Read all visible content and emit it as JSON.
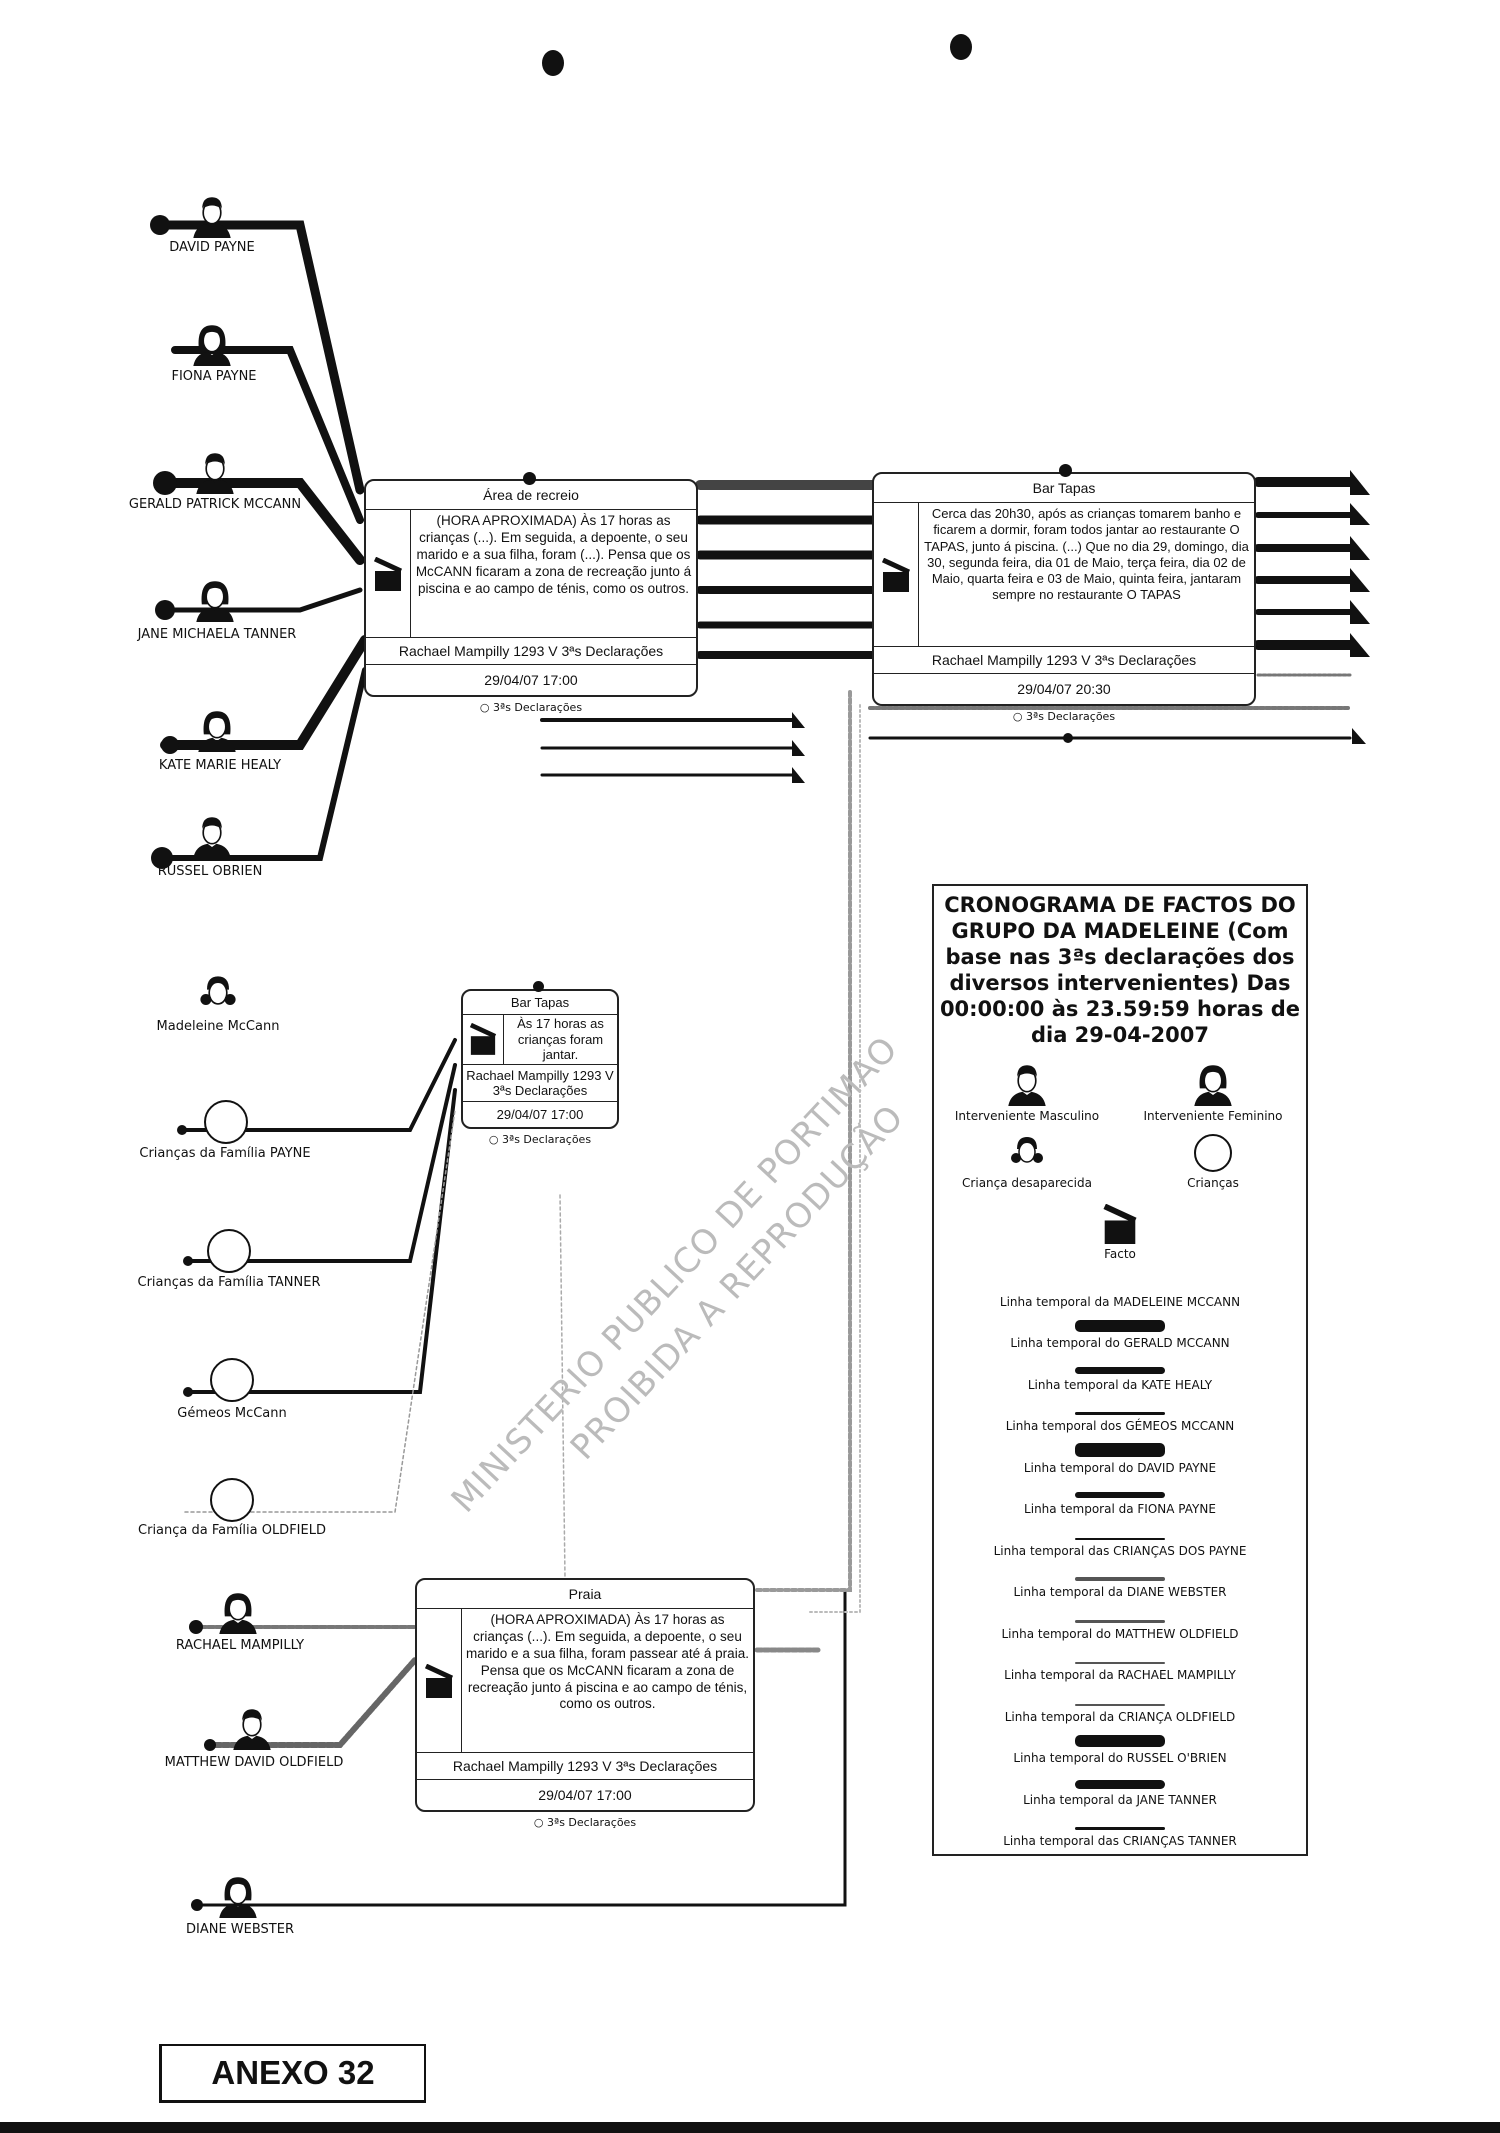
{
  "watermark": {
    "line1": "MINISTERIO PUBLICO DE PORTIMAO",
    "line2": "PROIBIDA A REPRODUÇÃO"
  },
  "people": {
    "david_payne": "DAVID PAYNE",
    "fiona_payne": "FIONA PAYNE",
    "gerald": "GERALD PATRICK MCCANN",
    "jane": "JANE MICHAELA TANNER",
    "kate": "KATE MARIE HEALY",
    "russel": "RUSSEL OBRIEN",
    "madeleine": "Madeleine McCann",
    "criancas_payne": "Crianças da Família PAYNE",
    "criancas_tanner": "Crianças da Família TANNER",
    "gemeos": "Gémeos McCann",
    "crianca_oldfield": "Criança da Família OLDFIELD",
    "rachael": "RACHAEL MAMPILLY",
    "matthew": "MATTHEW DAVID OLDFIELD",
    "diane": "DIANE WEBSTER"
  },
  "facts": {
    "recreio": {
      "title": "Área de recreio",
      "text": "(HORA APROXIMADA) Às 17 horas as crianças (...). Em seguida, a depoente, o seu marido e a sua filha, foram (...). Pensa que os McCANN ficaram a zona de recreação junto á piscina e ao campo de ténis, como os outros.",
      "source": "Rachael Mampilly 1293 V 3ªs Declarações",
      "date": "29/04/07 17:00",
      "caption": "○ 3ªs Declarações"
    },
    "bar_tapas_main": {
      "title": "Bar Tapas",
      "text": "Cerca das 20h30, após as crianças tomarem banho e ficarem a dormir, foram todos jantar ao restaurante O TAPAS, junto á piscina. (...) Que no dia 29, domingo, dia 30, segunda feira, dia 01 de Maio, terça feira, dia 02 de Maio, quarta feira e 03 de Maio, quinta feira, jantaram sempre no restaurante O TAPAS",
      "source": "Rachael Mampilly 1293 V 3ªs Declarações",
      "date": "29/04/07 20:30",
      "caption": "○ 3ªs Declarações"
    },
    "bar_tapas_kids": {
      "title": "Bar Tapas",
      "text": "Às 17 horas as crianças foram jantar.",
      "source": "Rachael Mampilly 1293 V 3ªs Declarações",
      "date": "29/04/07 17:00",
      "caption": "○ 3ªs Declarações"
    },
    "praia": {
      "title": "Praia",
      "text": "(HORA APROXIMADA) Às 17 horas as crianças (...). Em seguida, a depoente, o seu marido e a sua filha, foram passear até á praia. Pensa que os McCANN ficaram a zona de recreação junto á piscina e ao campo de ténis, como os outros.",
      "source": "Rachael Mampilly 1293 V 3ªs Declarações",
      "date": "29/04/07 17:00",
      "caption": "○ 3ªs Declarações"
    }
  },
  "legend": {
    "title": "CRONOGRAMA DE FACTOS DO GRUPO DA MADELEINE (Com base nas 3ªs declarações dos diversos intervenientes) Das 00:00:00 às 23.59:59 horas de dia 29-04-2007",
    "male": "Interveniente Masculino",
    "female": "Interveniente Feminino",
    "missing_child": "Criança desaparecida",
    "children": "Crianças",
    "fact": "Facto",
    "timelines": [
      "Linha temporal da MADELEINE MCCANN",
      "Linha temporal do GERALD MCCANN",
      "Linha temporal da KATE HEALY",
      "Linha temporal dos GÉMEOS MCCANN",
      "Linha temporal do DAVID PAYNE",
      "Linha temporal da FIONA PAYNE",
      "Linha temporal das CRIANÇAS DOS PAYNE",
      "Linha temporal da DIANE WEBSTER",
      "Linha temporal do MATTHEW OLDFIELD",
      "Linha temporal da RACHAEL MAMPILLY",
      "Linha temporal da CRIANÇA OLDFIELD",
      "Linha temporal do RUSSEL O'BRIEN",
      "Linha temporal da JANE TANNER",
      "Linha temporal das CRIANÇAS TANNER"
    ]
  },
  "annex": "ANEXO 32"
}
